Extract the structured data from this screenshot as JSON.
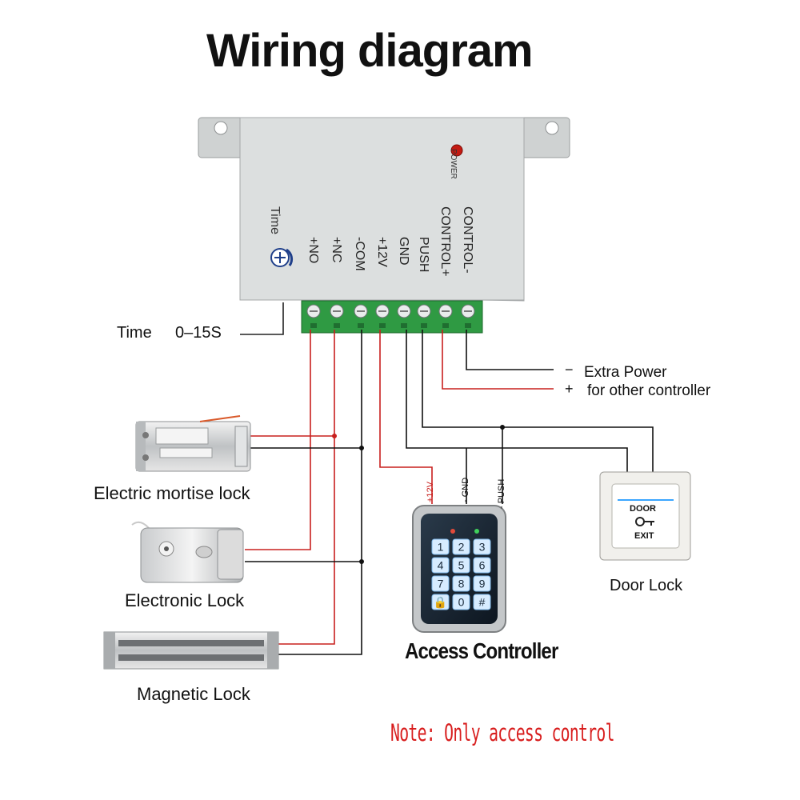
{
  "title": "Wiring diagram",
  "power_supply": {
    "power_label": "POWER",
    "time_label": "Time",
    "terminals": [
      "+NO",
      "+NC",
      "-COM",
      "+12V",
      "GND",
      "PUSH",
      "CONTROL+",
      "CONTROL-"
    ]
  },
  "time_range": {
    "label": "Time",
    "value": "0–15S"
  },
  "extra_power": {
    "minus_sign": "−",
    "plus_sign": "+",
    "line1": "Extra Power",
    "line2": "for other controller"
  },
  "devices": {
    "mortise_lock": "Electric mortise lock",
    "electronic_lock": "Electronic Lock",
    "magnetic_lock": "Magnetic Lock",
    "access_controller": "Access Controller",
    "door_lock": "Door Lock"
  },
  "wire_labels": {
    "v12": "+12V",
    "gnd": "- GND",
    "push": "- PUSH"
  },
  "keypad": {
    "keys": [
      "1",
      "2",
      "3",
      "4",
      "5",
      "6",
      "7",
      "8",
      "9",
      "🔒",
      "0",
      "#"
    ]
  },
  "exit_button": {
    "door": "DOOR",
    "exit": "EXIT"
  },
  "note": "Note: Only access control",
  "colors": {
    "red_wire": "#c8201e",
    "black_wire": "#111111",
    "terminal_green": "#2f9a43",
    "box_gray": "#d9dcdc",
    "note_red": "#d81e1e"
  }
}
